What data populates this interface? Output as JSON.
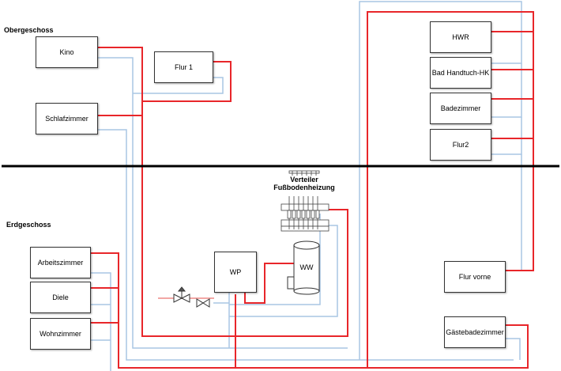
{
  "floors": {
    "upper": "Obergeschoss",
    "ground": "Erdgeschoss"
  },
  "rooms": {
    "kino": "Kino",
    "flur1": "Flur 1",
    "schlafzimmer": "Schlafzimmer",
    "hwr": "HWR",
    "bad_handtuch": "Bad Handtuch-HK",
    "badezimmer": "Badezimmer",
    "flur2": "Flur2",
    "arbeitszimmer": "Arbeitszimmer",
    "diele": "Diele",
    "wohnzimmer": "Wohnzimmer",
    "flur_vorne": "Flur vorne",
    "gaestebad": "Gästebadezimmer"
  },
  "equipment": {
    "heat_pump": "WP",
    "hot_water": "WW",
    "manifold_line1": "Verteiler",
    "manifold_line2": "Fußbodenheizung"
  },
  "colors": {
    "supply": "#e8262a",
    "return": "#a9c6e4",
    "floor_divider": "#000000"
  }
}
